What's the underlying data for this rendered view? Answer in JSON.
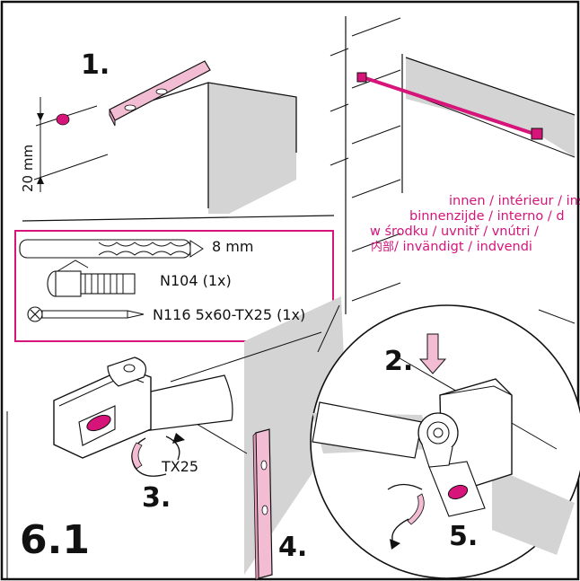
{
  "steps": {
    "s1": "1.",
    "s2": "2.",
    "s3": "3.",
    "s4": "4.",
    "s5": "5."
  },
  "section_number": "6.1",
  "measurement": "20 mm",
  "tool_label": "TX25",
  "parts": {
    "drill": "8 mm",
    "dowel": "N104 (1x)",
    "screw": "N116 5x60-TX25 (1x)"
  },
  "inside_labels": {
    "line1": "innen / intérieur / ins",
    "line2": "binnenzijde / interno / d",
    "line3": "w środku / uvnitř / vnútri /",
    "line4_cjk": "内部",
    "line4_rest": "/ invändigt / indvendi"
  },
  "colors": {
    "accent": "#d6147a",
    "highlight_fill": "#f2bcd2",
    "wall_gray": "#d4d4d4",
    "line": "#111111"
  }
}
